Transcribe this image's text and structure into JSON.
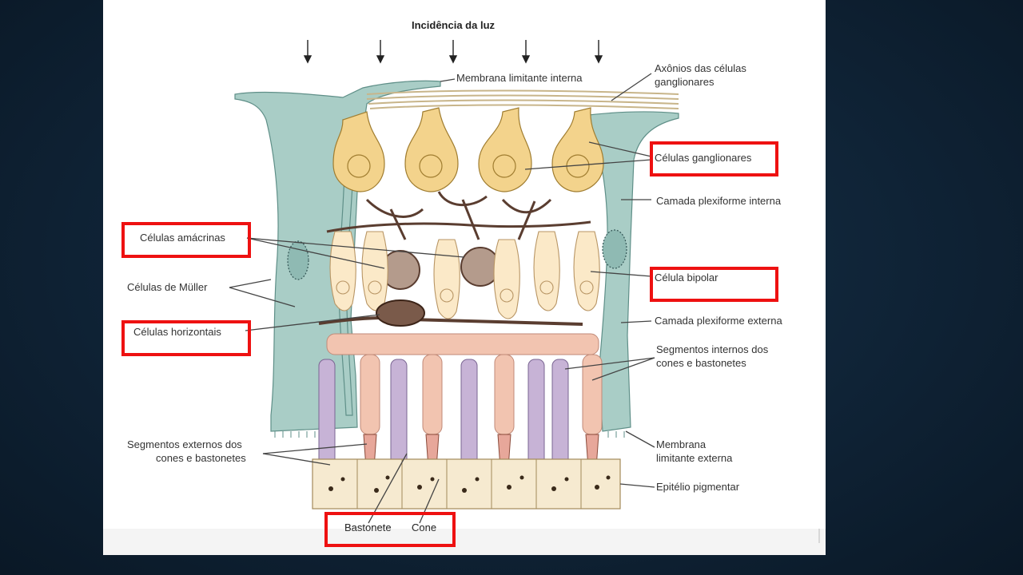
{
  "title": "Incidência da luz",
  "labels": {
    "membrana_limitante_interna": "Membrana limitante interna",
    "axonios_1": "Axônios das células",
    "axonios_2": "ganglionares",
    "celulas_ganglionares": "Células ganglionares",
    "camada_plexiforme_interna": "Camada plexiforme interna",
    "celulas_amacrinas": "Células amácrinas",
    "celulas_de_muller": "Células de Müller",
    "celula_bipolar": "Célula bipolar",
    "celulas_horizontais": "Células horizontais",
    "camada_plexiforme_externa": "Camada plexiforme externa",
    "segmentos_internos_1": "Segmentos internos dos",
    "segmentos_internos_2": "cones e bastonetes",
    "segmentos_externos_1": "Segmentos externos dos",
    "segmentos_externos_2": "cones e bastonetes",
    "membrana_limitante_externa_1": "Membrana",
    "membrana_limitante_externa_2": "limitante externa",
    "epitelio_pigmentar": "Epitélio pigmentar",
    "bastonete": "Bastonete",
    "cone": "Cone"
  },
  "colors": {
    "highlight": "#ee1111",
    "muller": "#a9cdc6",
    "ganglion": "#f3d38c",
    "bipolar": "#fbe9c8",
    "amacrine": "#b49b8c",
    "horizontal": "#7a5a4a",
    "inner_segment": "#f2c4b0",
    "rod": "#c7b3d6",
    "pigment": "#f6ead0"
  }
}
